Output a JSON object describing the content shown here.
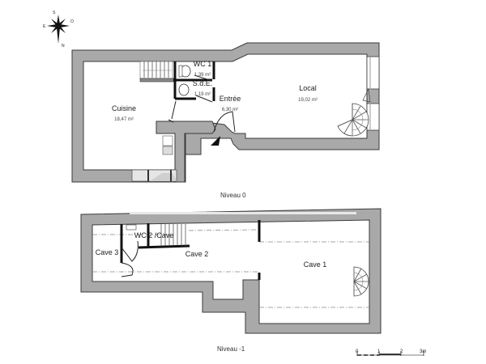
{
  "compass": {
    "north": "N",
    "south": "S",
    "east": "E",
    "west": "O"
  },
  "levels": [
    {
      "label": "Niveau 0",
      "rooms": [
        {
          "name": "Cuisine",
          "area": "18,47 m²"
        },
        {
          "name": "WC 1",
          "area": "1,39 m²"
        },
        {
          "name": "S.d.E.",
          "area": "1,19 m²"
        },
        {
          "name": "Entrée",
          "area": "6,30 m²"
        },
        {
          "name": "Local",
          "area": "19,02 m²"
        }
      ]
    },
    {
      "label": "Niveau -1",
      "rooms": [
        {
          "name": "WC 2 /Cave"
        },
        {
          "name": "Cave 3"
        },
        {
          "name": "Cave 2"
        },
        {
          "name": "Cave 1"
        }
      ]
    }
  ],
  "scale_bar": {
    "ticks": [
      "0",
      "1",
      "2",
      "3m"
    ]
  },
  "colors": {
    "wall": "#a9a9a9",
    "outline": "#3a3a3a",
    "background": "#ffffff"
  }
}
